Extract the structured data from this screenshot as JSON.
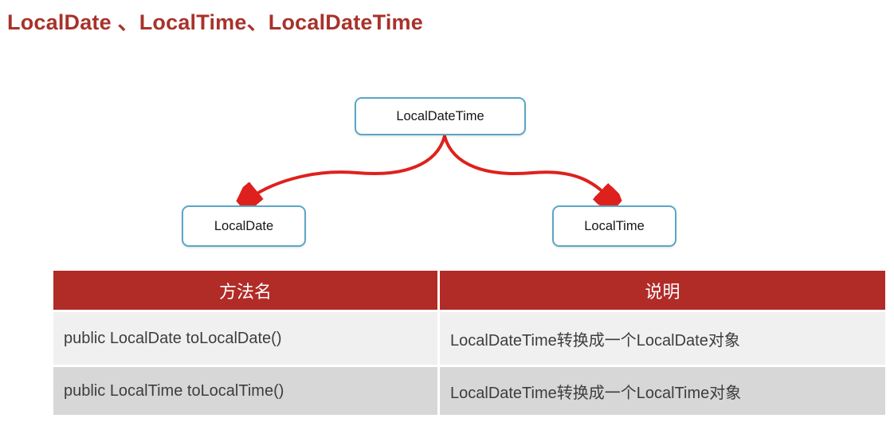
{
  "title": "LocalDate 、LocalTime、LocalDateTime",
  "diagram": {
    "root": "LocalDateTime",
    "children": [
      "LocalDate",
      "LocalTime"
    ]
  },
  "table": {
    "headers": [
      "方法名",
      "说明"
    ],
    "rows": [
      [
        "public LocalDate toLocalDate()",
        "LocalDateTime转换成一个LocalDate对象"
      ],
      [
        "public LocalTime toLocalTime()",
        "LocalDateTime转换成一个LocalTime对象"
      ]
    ]
  },
  "colors": {
    "title_red": "#a8322b",
    "table_header_red": "#b12b27",
    "arrow_red": "#de211d",
    "node_border_blue": "#5ba6c6",
    "row_odd_bg": "#f1f0f0",
    "row_even_bg": "#d8d7d7",
    "header_text": "#ffffff",
    "cell_text": "#3d3d3d"
  }
}
